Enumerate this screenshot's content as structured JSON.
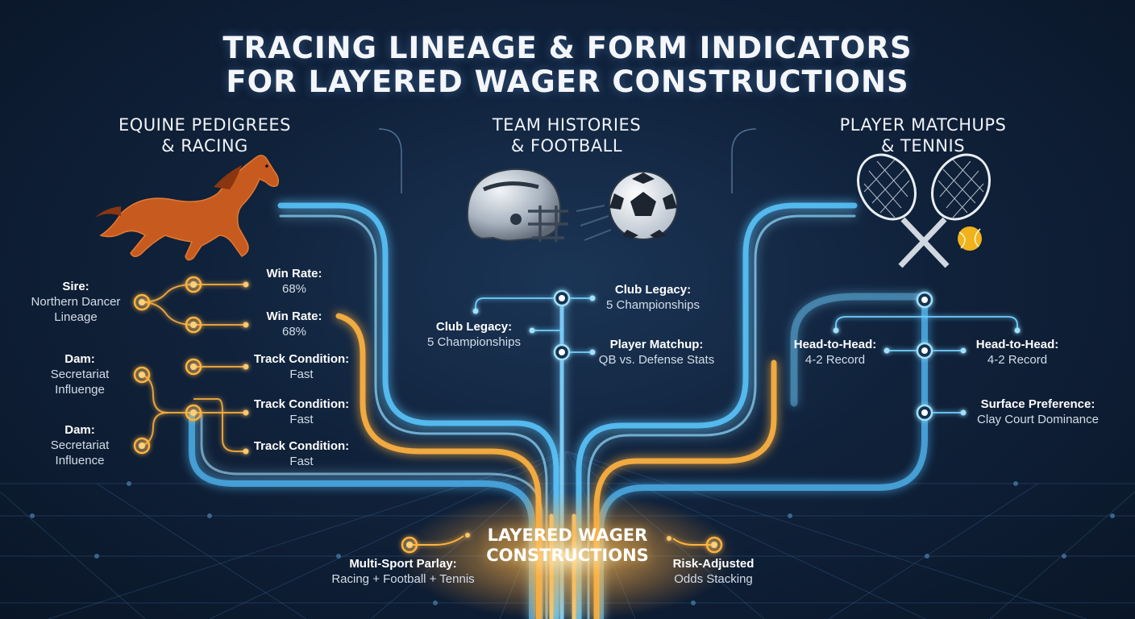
{
  "title": {
    "line1": "TRACING LINEAGE & FORM INDICATORS",
    "line2": "FOR LAYERED WAGER CONSTRUCTIONS"
  },
  "sections": {
    "racing": {
      "line1": "EQUINE PEDIGREES",
      "line2": "& RACING"
    },
    "football": {
      "line1": "TEAM HISTORIES",
      "line2": "& FOOTBALL"
    },
    "tennis": {
      "line1": "PLAYER MATCHUPS",
      "line2": "& TENNIS"
    }
  },
  "racing_nodes": {
    "sire": {
      "key": "Sire:",
      "val1": "Northern Dancer",
      "val2": "Lineage"
    },
    "dam1": {
      "key": "Dam:",
      "val1": "Secretariat",
      "val2": "Influenge"
    },
    "dam2": {
      "key": "Dam:",
      "val1": "Secretariat",
      "val2": "Influence"
    },
    "win1": {
      "key": "Win Rate:",
      "val": "68%"
    },
    "win2": {
      "key": "Win Rate:",
      "val": "68%"
    },
    "track1": {
      "key": "Track Condition:",
      "val": "Fast"
    },
    "track2": {
      "key": "Track Condition:",
      "val": "Fast"
    },
    "track3": {
      "key": "Track Condition:",
      "val": "Fast"
    }
  },
  "football_nodes": {
    "legacy_right": {
      "key": "Club Legacy:",
      "val": "5 Championships"
    },
    "legacy_left": {
      "key": "Club Legacy:",
      "val": "5 Championships"
    },
    "matchup": {
      "key": "Player Matchup:",
      "val": "QB vs. Defense Stats"
    }
  },
  "tennis_nodes": {
    "h2h_left": {
      "key": "Head-to-Head:",
      "val": "4-2 Record"
    },
    "h2h_right": {
      "key": "Head-to-Head:",
      "val": "4-2 Record"
    },
    "surface": {
      "key": "Surface Preference:",
      "val": "Clay Court Dominance"
    }
  },
  "center": {
    "line1": "LAYERED WAGER",
    "line2": "CONSTRUCTIONS",
    "left": {
      "key": "Multi-Sport Parlay:",
      "val": "Racing + Football + Tennis"
    },
    "right": {
      "key": "Risk-Adjusted",
      "val": "Odds Stacking"
    }
  },
  "icons": [
    "horse-icon",
    "football-helmet-icon",
    "soccer-ball-icon",
    "tennis-rackets-icon",
    "tennis-ball-icon"
  ],
  "colors": {
    "blue_stream": "#5bc8ff",
    "orange_stream": "#ffb340",
    "background": "#10223b"
  }
}
